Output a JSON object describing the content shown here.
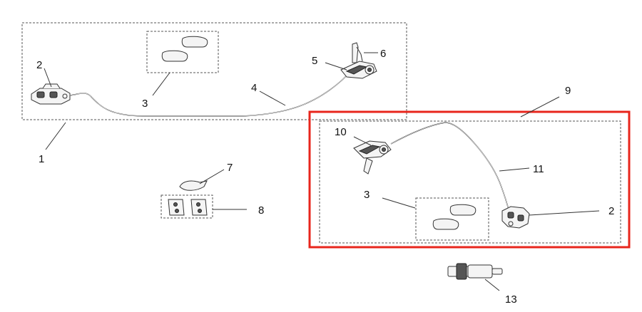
{
  "diagram": {
    "highlight_color": "#e8261c",
    "callouts": {
      "n1": "1",
      "n2a": "2",
      "n3a": "3",
      "n4": "4",
      "n5": "5",
      "n6": "6",
      "n7": "7",
      "n8": "8",
      "n9": "9",
      "n10": "10",
      "n11": "11",
      "n3b": "3",
      "n2b": "2",
      "n13": "13"
    }
  }
}
